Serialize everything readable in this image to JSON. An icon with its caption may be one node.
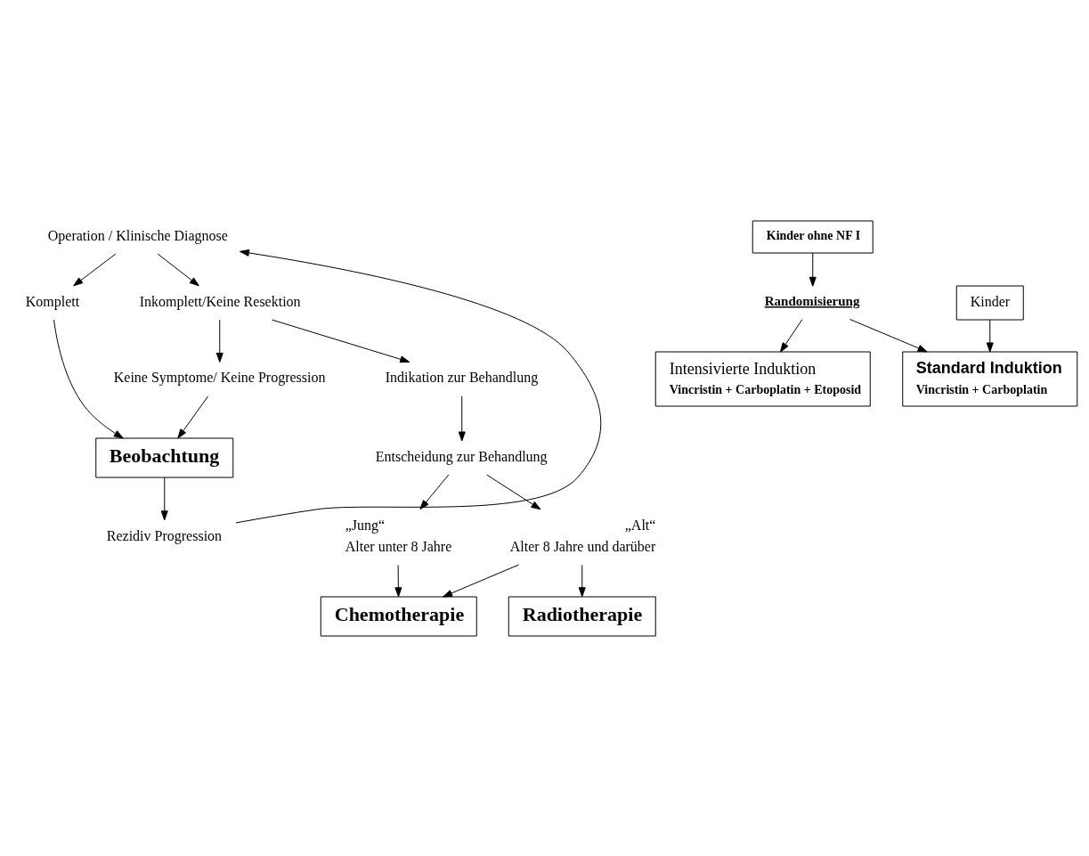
{
  "diagram": {
    "nodes": [
      {
        "text": [
          "Operation / Klinische Diagnose"
        ]
      },
      {
        "text": [
          "Komplett"
        ]
      },
      {
        "text": [
          "Inkomplett/Keine Resektion"
        ]
      },
      {
        "text": [
          "Keine Symptome/ Keine Progression"
        ]
      },
      {
        "text": [
          "Indikation zur Behandlung"
        ]
      },
      {
        "text": [
          "Entscheidung zur Behandlung"
        ]
      },
      {
        "text": [
          "„Jung“",
          "Alter unter 8 Jahre"
        ]
      },
      {
        "text": [
          "„Alt“",
          "Alter 8 Jahre und darüber"
        ]
      },
      {
        "text": [
          "Beobachtung"
        ]
      },
      {
        "text": [
          "Chemotherapie"
        ]
      },
      {
        "text": [
          "Radiotherapie"
        ]
      },
      {
        "text": [
          "Kinder ohne NF I"
        ]
      },
      {
        "text": [
          "Kinder"
        ]
      },
      {
        "text": [
          "Rezidiv Progression"
        ]
      },
      {
        "text": [
          "Randomisierung"
        ]
      },
      {
        "text": [
          "Intensivierte Induktion",
          "Vincristin + Carboplatin + Etoposid"
        ]
      },
      {
        "text": [
          "Standard Induktion",
          "Vincristin + Carboplatin"
        ]
      }
    ],
    "edges": [
      {
        "from": 0,
        "to": 1,
        "arrow": "to"
      },
      {
        "from": 0,
        "to": 2,
        "arrow": "to"
      },
      {
        "from": 2,
        "to": 3,
        "arrow": "to"
      },
      {
        "from": 2,
        "to": 4,
        "arrow": "to"
      },
      {
        "from": 4,
        "to": 5,
        "arrow": "to"
      },
      {
        "from": 5,
        "to": 6,
        "arrow": "to"
      },
      {
        "from": 5,
        "to": 7,
        "arrow": "to"
      },
      {
        "from": 1,
        "to": 8,
        "arrow": "to"
      },
      {
        "from": 3,
        "to": 8,
        "arrow": "to"
      },
      {
        "from": 6,
        "to": 9,
        "arrow": "to"
      },
      {
        "from": 7,
        "to": 9,
        "arrow": "to"
      },
      {
        "from": 7,
        "to": 10,
        "arrow": "to"
      },
      {
        "from": 8,
        "to": 13,
        "arrow": "to"
      },
      {
        "from": 13,
        "to": 0,
        "arrow": "to"
      },
      {
        "from": 11,
        "to": 14,
        "arrow": "to"
      },
      {
        "from": 14,
        "to": 15,
        "arrow": "to"
      },
      {
        "from": 14,
        "to": 16,
        "arrow": "to"
      },
      {
        "from": 12,
        "to": 16,
        "arrow": "to"
      }
    ]
  }
}
